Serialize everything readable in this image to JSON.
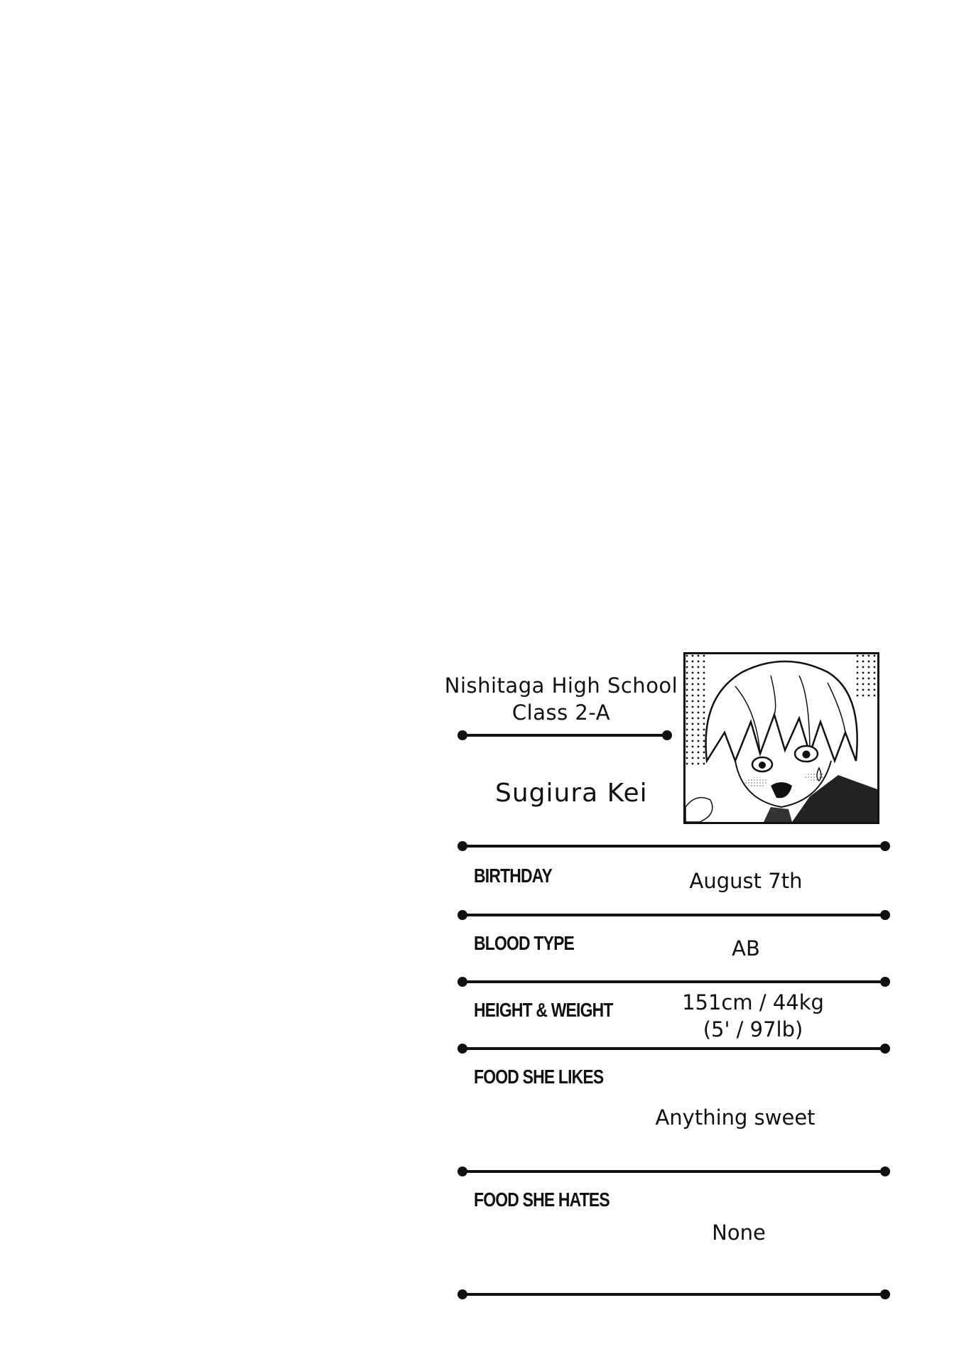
{
  "profile": {
    "school": "Nishitaga High School",
    "class": "Class 2-A",
    "name": "Sugiura Kei",
    "fields": [
      {
        "label": "BIRTHDAY",
        "value_lines": [
          "August 7th"
        ]
      },
      {
        "label": "BLOOD TYPE",
        "value_lines": [
          "AB"
        ]
      },
      {
        "label": "HEIGHT & WEIGHT",
        "value_lines": [
          "151cm / 44kg",
          "(5' / 97lb)"
        ]
      },
      {
        "label": "FOOD SHE LIKES",
        "value_lines": [
          "Anything sweet"
        ]
      },
      {
        "label": "FOOD SHE HATES",
        "value_lines": [
          "None"
        ]
      }
    ]
  },
  "portrait": {
    "icon": "character-portrait-illustration"
  }
}
